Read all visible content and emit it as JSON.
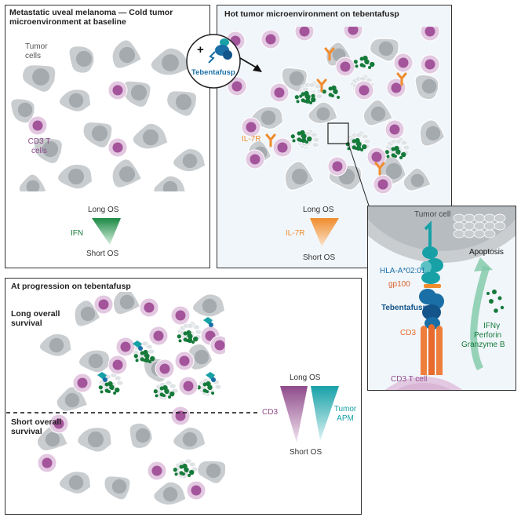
{
  "panel_baseline": {
    "title": "Metastatic uveal melanoma — Cold tumor microenvironment at baseline",
    "tumor_label": "Tumor cells",
    "tcell_label": "CD3 T cells",
    "gradient": {
      "top": "Long OS",
      "marker": "IFN",
      "bottom": "Short OS"
    }
  },
  "drug_badge": {
    "plus": "+",
    "label": "Tebentafusp"
  },
  "panel_hot": {
    "title": "Hot tumor microenvironment on tebentafusp",
    "il7r_label": "IL-7R",
    "gradient": {
      "top": "Long OS",
      "marker": "IL-7R",
      "bottom": "Short OS"
    }
  },
  "panel_inset": {
    "tumor_cell": "Tumor cell",
    "hla": "HLA-A*02:01",
    "gp100": "gp100",
    "drug": "Tebentafusp",
    "cd3": "CD3",
    "tcell": "CD3 T cell",
    "apoptosis": "Apoptosis",
    "effectors": [
      "IFNγ",
      "Perforin",
      "Granzyme B"
    ]
  },
  "panel_progression": {
    "title": "At progression on tebentafusp",
    "long_label": "Long overall survival",
    "short_label": "Short overall survival",
    "cd3_marker": "CD3",
    "apm_marker": "Tumor APM",
    "top": "Long OS",
    "bottom": "Short OS"
  },
  "colors": {
    "tumor": "#c9cdd0",
    "tumor_nucleus": "#a4aaae",
    "tcell": "#e3c8e1",
    "tcell_nucleus": "#a3549a",
    "green": "#157a3a",
    "orange": "#ef8c2d",
    "teal": "#17a1a7",
    "purple": "#8e4b8b",
    "blue": "#1a6fa6"
  }
}
